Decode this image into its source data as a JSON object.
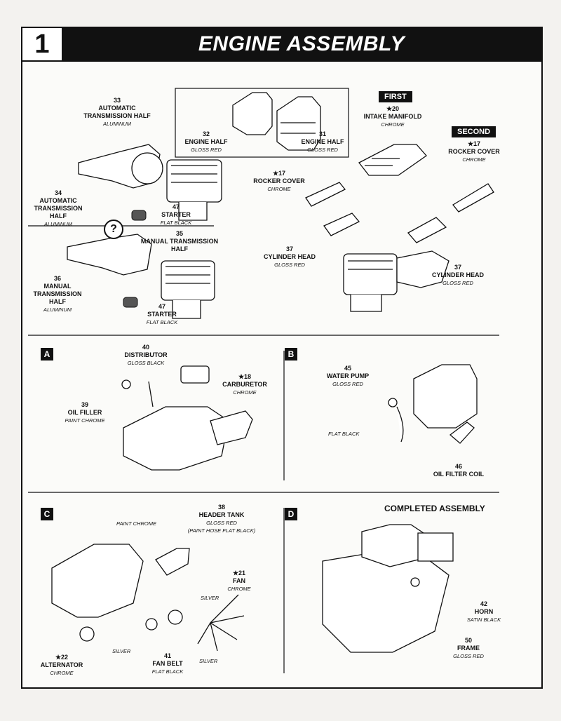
{
  "header": {
    "step": "1",
    "title": "ENGINE ASSEMBLY"
  },
  "tags": {
    "first": "FIRST",
    "second": "SECOND"
  },
  "sections": {
    "a": "A",
    "b": "B",
    "c": "C",
    "d": "D"
  },
  "completed_title": "COMPLETED ASSEMBLY",
  "question_mark": "?",
  "labels": {
    "p33": {
      "num": "33",
      "name": "AUTOMATIC TRANSMISSION HALF",
      "finish": "ALUMINUM"
    },
    "p34": {
      "num": "34",
      "name": "AUTOMATIC TRANSMISSION HALF",
      "finish": "ALUMINUM"
    },
    "p32": {
      "num": "32",
      "name": "ENGINE HALF",
      "finish": "GLOSS RED"
    },
    "p31": {
      "num": "31",
      "name": "ENGINE HALF",
      "finish": "GLOSS RED"
    },
    "p47a": {
      "num": "47",
      "name": "STARTER",
      "finish": "FLAT BLACK"
    },
    "p35": {
      "num": "35",
      "name": "MANUAL TRANSMISSION HALF",
      "finish": ""
    },
    "p36": {
      "num": "36",
      "name": "MANUAL TRANSMISSION HALF",
      "finish": "ALUMINUM"
    },
    "p47b": {
      "num": "47",
      "name": "STARTER",
      "finish": "FLAT BLACK"
    },
    "p20": {
      "num": "★20",
      "name": "INTAKE MANIFOLD",
      "finish": "CHROME"
    },
    "p17a": {
      "num": "★17",
      "name": "ROCKER COVER",
      "finish": "CHROME"
    },
    "p17b": {
      "num": "★17",
      "name": "ROCKER COVER",
      "finish": "CHROME"
    },
    "p37a": {
      "num": "37",
      "name": "CYLINDER HEAD",
      "finish": "GLOSS RED"
    },
    "p37b": {
      "num": "37",
      "name": "CYLINDER HEAD",
      "finish": "GLOSS RED"
    },
    "p40": {
      "num": "40",
      "name": "DISTRIBUTOR",
      "finish": "GLOSS BLACK"
    },
    "p18": {
      "num": "★18",
      "name": "CARBURETOR",
      "finish": "CHROME"
    },
    "p39": {
      "num": "39",
      "name": "OIL FILLER",
      "finish": "PAINT CHROME"
    },
    "p45": {
      "num": "45",
      "name": "WATER PUMP",
      "finish": "GLOSS RED"
    },
    "p46": {
      "num": "46",
      "name": "OIL FILTER COIL",
      "finish": ""
    },
    "p38": {
      "num": "38",
      "name": "HEADER TANK",
      "finish": "GLOSS RED",
      "finish2": "(PAINT HOSE FLAT BLACK)"
    },
    "p21": {
      "num": "★21",
      "name": "FAN",
      "finish": "CHROME"
    },
    "p22": {
      "num": "★22",
      "name": "ALTERNATOR",
      "finish": "CHROME"
    },
    "p41": {
      "num": "41",
      "name": "FAN BELT",
      "finish": "FLAT BLACK"
    },
    "p42": {
      "num": "42",
      "name": "HORN",
      "finish": "SATIN BLACK"
    },
    "p50": {
      "num": "50",
      "name": "FRAME",
      "finish": "GLOSS RED"
    }
  },
  "notes": {
    "flat_black": "FLAT BLACK",
    "paint_chrome": "PAINT CHROME",
    "silver1": "SILVER",
    "silver2": "SILVER",
    "silver3": "SILVER"
  }
}
